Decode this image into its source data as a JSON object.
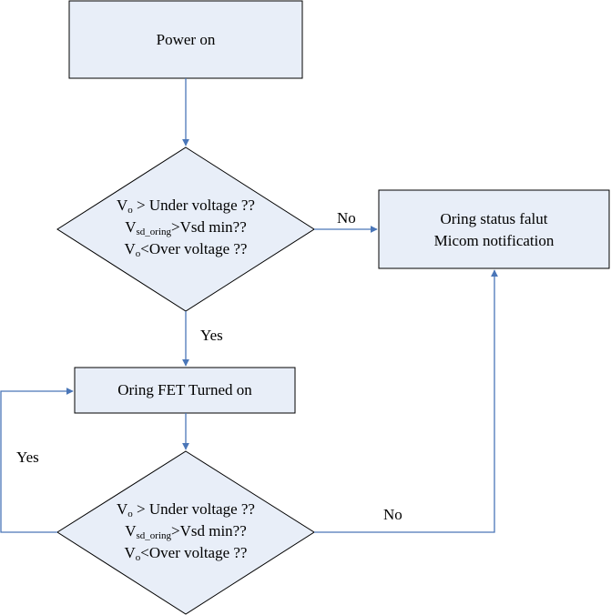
{
  "colors": {
    "box_fill": "#e8eef8",
    "stroke": "#000000",
    "connector": "#4a76b8"
  },
  "nodes": {
    "power_on": {
      "label": "Power on"
    },
    "decision1": {
      "line1": {
        "v": "V",
        "sub": "o",
        "rest": " > Under voltage ??"
      },
      "line2": {
        "v": "V",
        "sub": "sd_oring",
        "rest": ">Vsd min??"
      },
      "line3": {
        "v": "V",
        "sub": "o",
        "rest": "<Over voltage ??"
      }
    },
    "fault": {
      "line1": "Oring status falut",
      "line2": "Micom notification"
    },
    "fet_on": {
      "label": "Oring FET Turned on"
    },
    "decision2": {
      "line1": {
        "v": "V",
        "sub": "o",
        "rest": " > Under voltage ??"
      },
      "line2": {
        "v": "V",
        "sub": "sd_oring",
        "rest": ">Vsd min??"
      },
      "line3": {
        "v": "V",
        "sub": "o",
        "rest": "<Over voltage ??"
      }
    }
  },
  "edges": {
    "d1_no": "No",
    "d1_yes": "Yes",
    "d2_yes": "Yes",
    "d2_no": "No"
  }
}
